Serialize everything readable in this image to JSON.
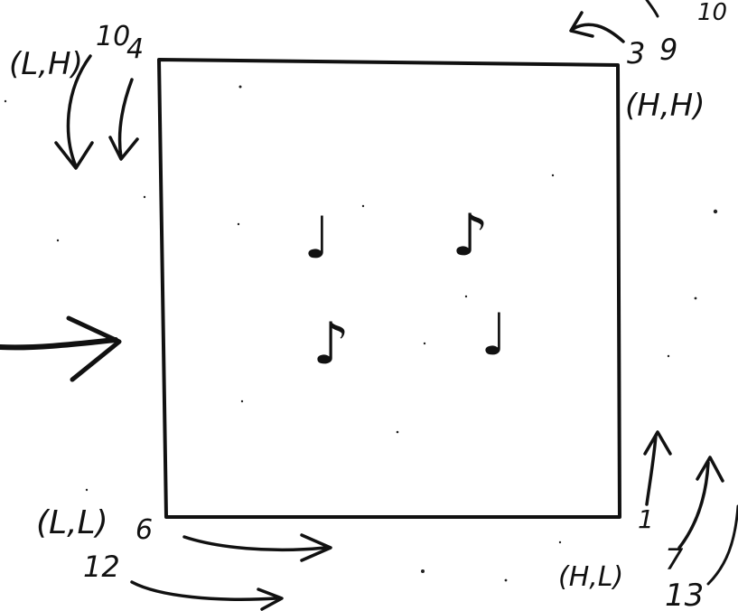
{
  "corners": {
    "top_left": {
      "coord": "(L,H)",
      "numbers": [
        "10",
        "4"
      ]
    },
    "top_right": {
      "coord": "(H,H)",
      "numbers": [
        "3",
        "9",
        "10"
      ]
    },
    "bottom_left": {
      "coord": "(L,L)",
      "numbers": [
        "6",
        "12"
      ]
    },
    "bottom_right": {
      "coord": "(H,L)",
      "numbers": [
        "1",
        "7",
        "13"
      ]
    }
  },
  "notes": [
    {
      "symbol": "♩",
      "kind": "quarter-note"
    },
    {
      "symbol": "♪",
      "kind": "eighth-note"
    },
    {
      "symbol": "♪",
      "kind": "eighth-note"
    },
    {
      "symbol": "♩",
      "kind": "quarter-note"
    }
  ],
  "colors": {
    "ink": "#111111",
    "paper": "#ffffff"
  }
}
